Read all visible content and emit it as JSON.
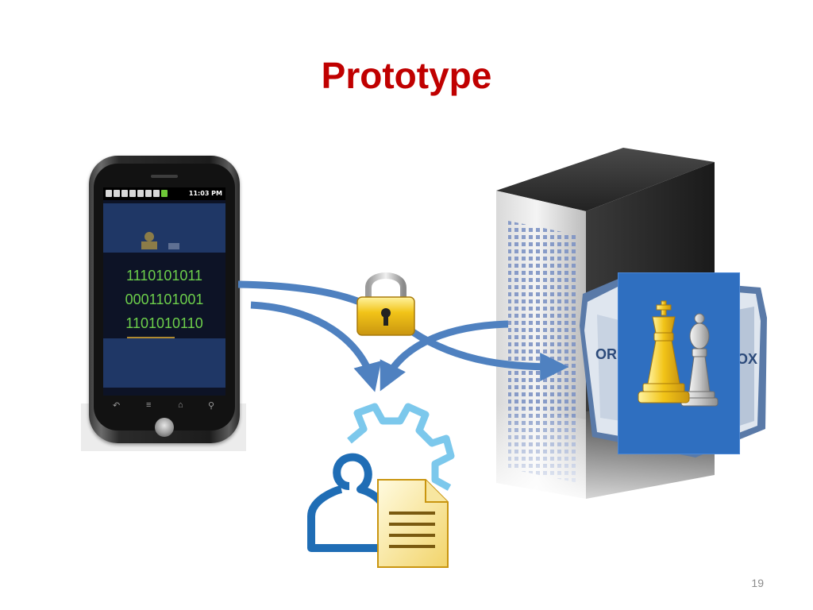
{
  "slide": {
    "title": "Prototype",
    "page_number": "19"
  },
  "phone": {
    "status_time": "11:03 PM",
    "binary_lines": [
      "1110101011",
      "0001101001",
      "1101010110"
    ]
  },
  "vbox": {
    "partial_text_left": "OR",
    "partial_text_right": "OX"
  },
  "colors": {
    "title": "#c00000",
    "arrow": "#4f81c0",
    "binary_text": "#6dcf4b",
    "vbox_tile": "#2f6fc0",
    "gear_outline": "#7cc8ec",
    "person_outline": "#1f6db5",
    "lock_gold": "#f2c418"
  },
  "icons": {
    "phone": "smartphone-icon",
    "server": "server-tower-icon",
    "virtualbox": "virtualbox-icon",
    "chess": "chess-pieces-icon",
    "lock": "padlock-icon",
    "gear_user_doc": "gear-user-document-icon"
  }
}
